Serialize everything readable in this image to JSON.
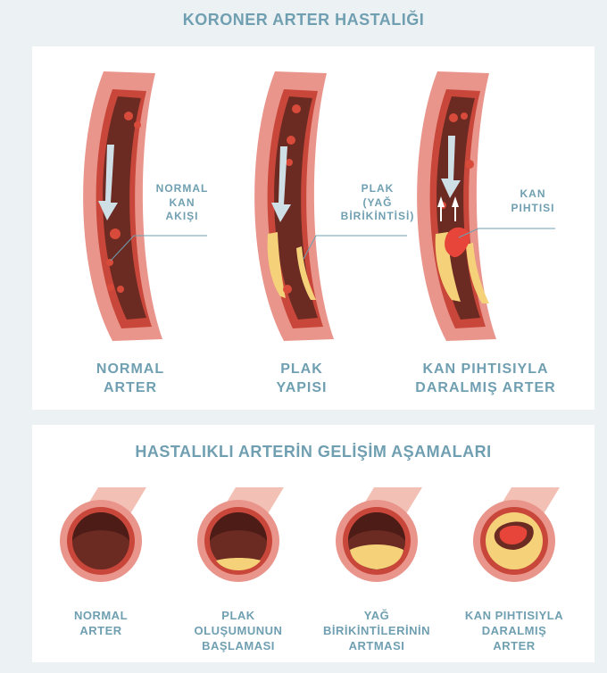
{
  "title": "KORONER ARTER HASTALIĞI",
  "top_panel": {
    "arteries": [
      {
        "caption": "NORMAL\nARTER",
        "annotation": "NORMAL\nKAN\nAKIŞI"
      },
      {
        "caption": "PLAK\nYAPISI",
        "annotation": "PLAK\n(YAĞ\nBİRİKİNTİSİ)"
      },
      {
        "caption": "KAN PIHTISIYLA\nDARALMIŞ ARTER",
        "annotation": "KAN\nPIHTISI"
      }
    ]
  },
  "bottom_panel": {
    "title": "HASTALIKLI ARTERİN GELİŞİM AŞAMALARI",
    "stages": [
      {
        "label": "NORMAL\nARTER"
      },
      {
        "label": "PLAK\nOLUŞUMUNUN\nBAŞLAMASI"
      },
      {
        "label": "YAĞ\nBİRİKİNTİLERİNİN\nARTMASI"
      },
      {
        "label": "KAN PIHTISIYLA\nDARALMIŞ\nARTER"
      }
    ]
  },
  "colors": {
    "background": "#ecf1f3",
    "label": "#6f9fb1",
    "vessel_outer": "#e9958b",
    "vessel_wall": "#c9473a",
    "lumen": "#6b2a22",
    "blood_cell": "#d84b3a",
    "plaque": "#f5d27a",
    "clot": "#e8453a",
    "arrow": "#cfdfe6"
  },
  "icons": [
    "flow-arrow-icon",
    "blood-cell-icon",
    "plaque-deposit-icon",
    "blood-clot-icon"
  ]
}
